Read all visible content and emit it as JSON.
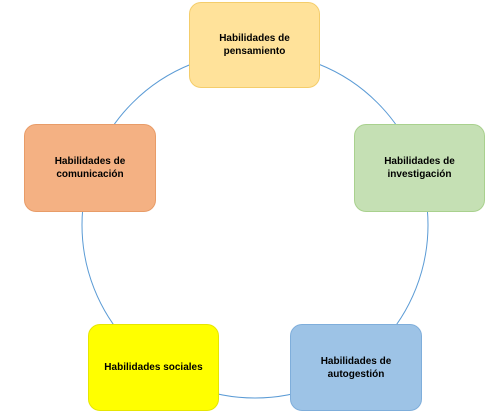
{
  "nodes": [
    {
      "id": "pensamiento",
      "label_lines": [
        "Habilidades de",
        "pensamiento"
      ],
      "fill": "#FFE29A",
      "border": "#F4CD6B"
    },
    {
      "id": "investigacion",
      "label_lines": [
        "Habilidades de",
        "investigación"
      ],
      "fill": "#C5E0B4",
      "border": "#A9D18E"
    },
    {
      "id": "autogestion",
      "label_lines": [
        "Habilidades de",
        "autogestión"
      ],
      "fill": "#9DC3E6",
      "border": "#7FAEDB"
    },
    {
      "id": "sociales",
      "label_lines": [
        "Habilidades sociales"
      ],
      "fill": "#FFFF00",
      "border": "#E6E600"
    },
    {
      "id": "comunicacion",
      "label_lines": [
        "Habilidades de",
        "comunicación"
      ],
      "fill": "#F4B183",
      "border": "#E89C68"
    }
  ],
  "ring_color": "#5B9BD5"
}
